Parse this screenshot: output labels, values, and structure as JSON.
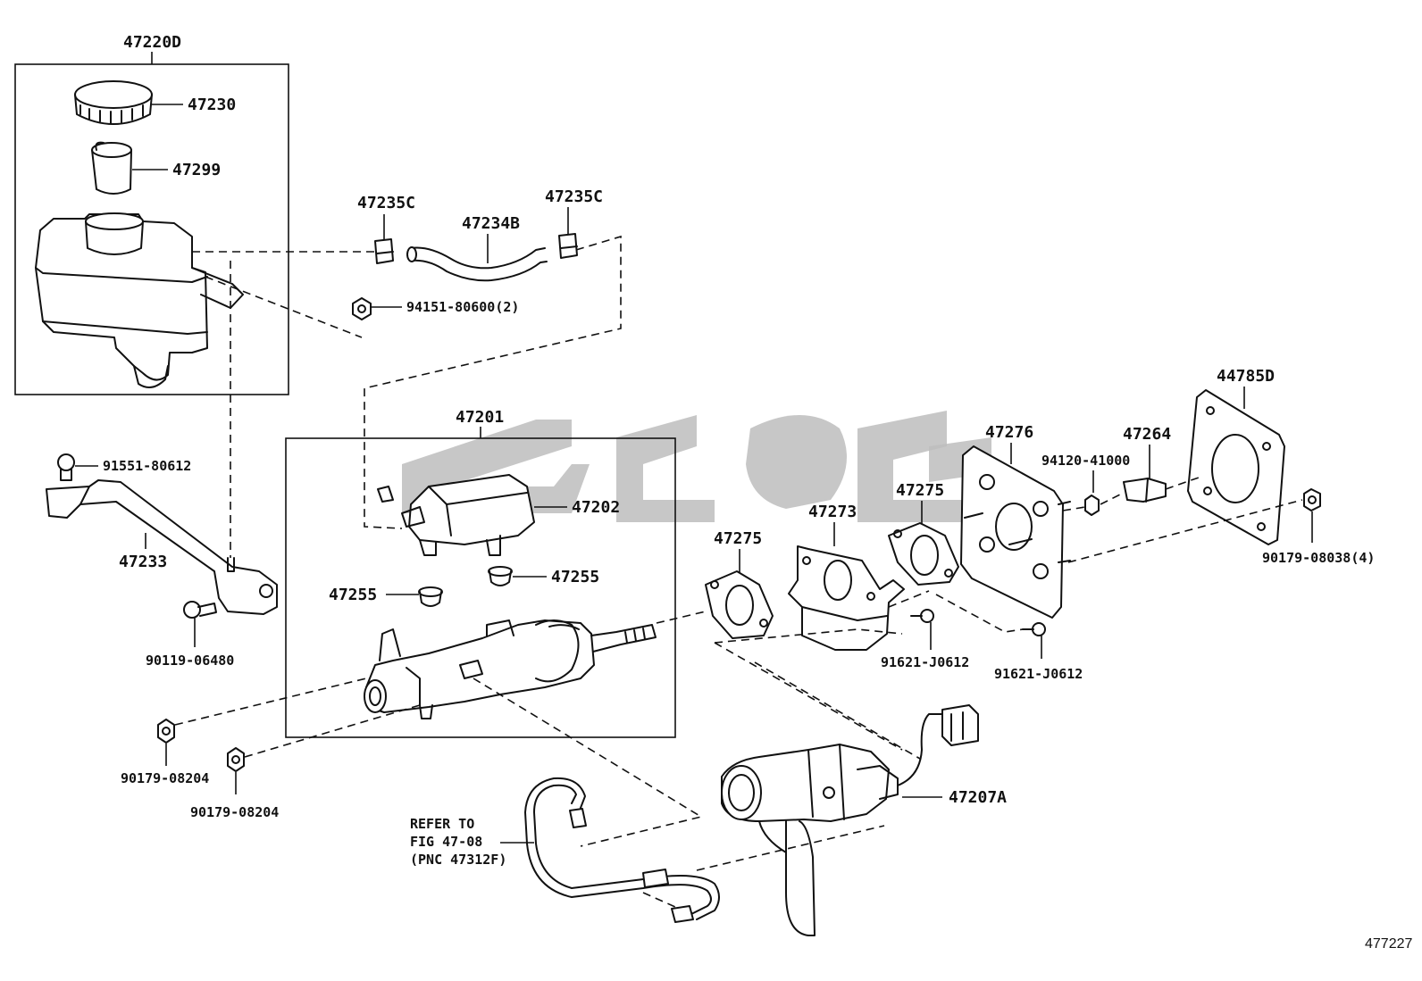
{
  "labels": {
    "assembly_reservoir": "47220D",
    "cap": "47230",
    "strainer": "47299",
    "clip_left": "47235C",
    "hose": "47234B",
    "clip_right": "47235C",
    "nut_reservoir": "94151-80600(2)",
    "master_cylinder_assembly": "47201",
    "bolt_bracket": "91551-80612",
    "bracket": "47233",
    "bolt_bracket_lower": "90119-06480",
    "reservoir_body": "47202",
    "grommet_right": "47255",
    "grommet_left": "47255",
    "nut_left_1": "90179-08204",
    "nut_left_2": "90179-08204",
    "gasket_left": "47275",
    "plate": "47273",
    "gasket_right": "47275",
    "stroke_simulator_plate": "47276",
    "bolt_plate_1": "91621-J0612",
    "bolt_plate_2": "91621-J0612",
    "nut_small": "94120-41000",
    "sensor_clip": "47264",
    "gasket_panel": "44785D",
    "nut_panel": "90179-08038(4)",
    "simulator": "47207A",
    "refer_line_1": "REFER TO",
    "refer_line_2": "FIG 47-08",
    "refer_line_3": "(PNC 47312F)",
    "figure_number": "477227"
  },
  "colors": {
    "line": "#111111",
    "watermark": "#bdbdbd",
    "background": "#ffffff"
  }
}
